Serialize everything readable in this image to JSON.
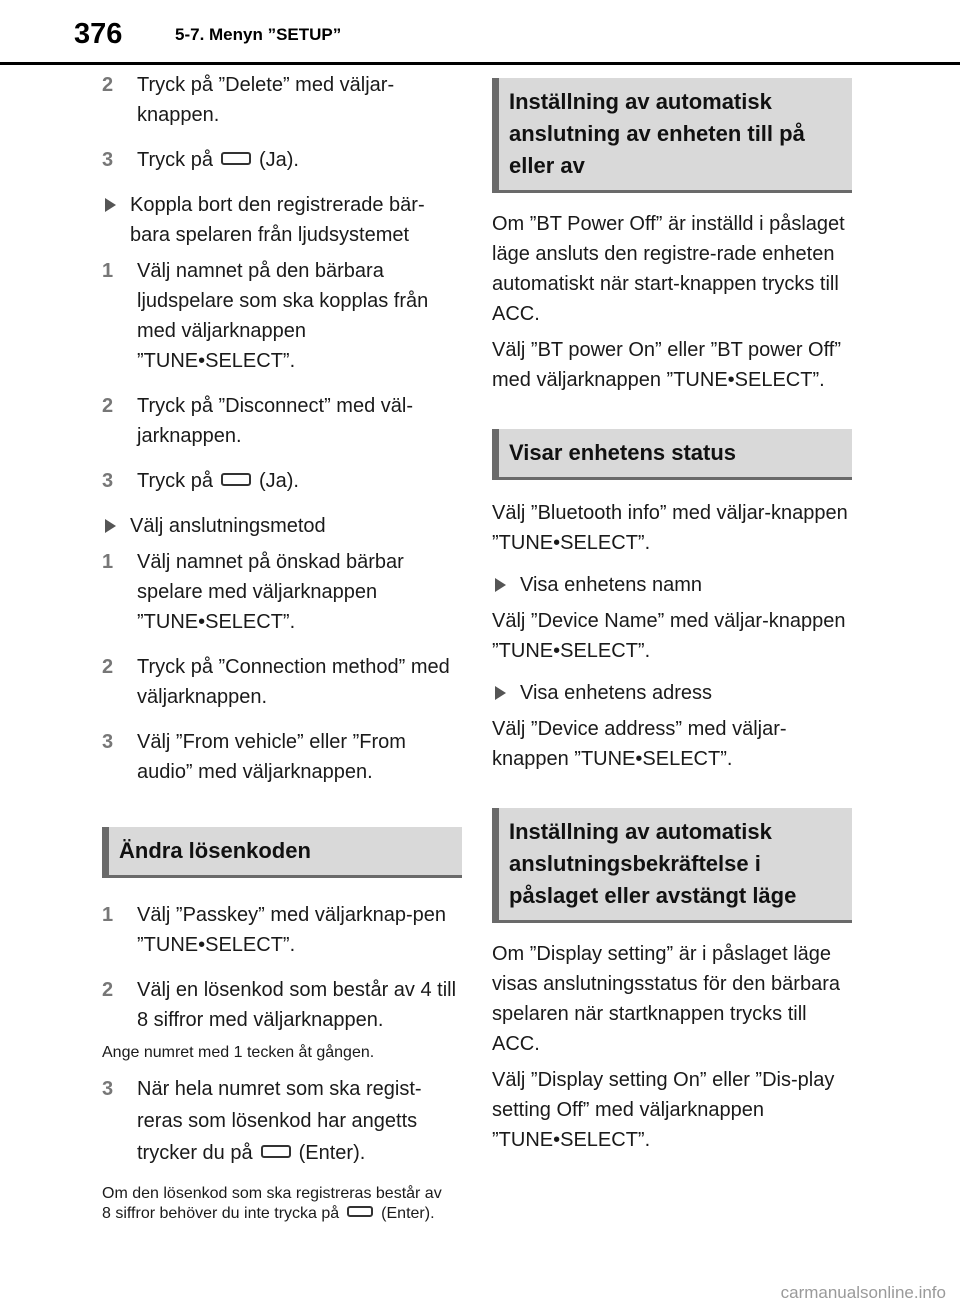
{
  "header": {
    "page_number": "376",
    "section": "5-7. Menyn ”SETUP”"
  },
  "left": {
    "s2": {
      "num": "2",
      "text": "Tryck på ”Delete” med väljar-knappen."
    },
    "s3": {
      "num": "3",
      "pre": "Tryck på",
      "post": "(Ja)."
    },
    "disconnect": {
      "title": "Koppla bort den registrerade bär-bara spelaren från ljudsystemet",
      "s1": {
        "num": "1",
        "text": "Välj namnet på den bärbara ljudspelare som ska kopplas från med väljarknappen ”TUNE•SELECT”."
      },
      "s2": {
        "num": "2",
        "text": "Tryck på ”Disconnect” med väl-jarknappen."
      },
      "s3": {
        "num": "3",
        "pre": "Tryck på",
        "post": "(Ja)."
      }
    },
    "method": {
      "title": "Välj anslutningsmetod",
      "s1": {
        "num": "1",
        "text": "Välj namnet på önskad bärbar spelare med väljarknappen ”TUNE•SELECT”."
      },
      "s2": {
        "num": "2",
        "text": "Tryck på ”Connection method” med väljarknappen."
      },
      "s3": {
        "num": "3",
        "text": "Välj ”From vehicle” eller ”From audio” med väljarknappen."
      }
    },
    "passkey": {
      "heading": "Ändra lösenkoden",
      "s1": {
        "num": "1",
        "text": "Välj ”Passkey” med väljarknap-pen ”TUNE•SELECT”."
      },
      "s2": {
        "num": "2",
        "text": "Välj en lösenkod som består av 4 till 8 siffror med väljarknappen."
      },
      "note1": "Ange numret med 1 tecken åt gången.",
      "s3": {
        "num": "3",
        "pre": "När hela numret som ska regist-reras som lösenkod har angetts trycker du på",
        "post": "(Enter)."
      },
      "note2_pre": "Om den lösenkod som ska registreras består av 8 siffror behöver du inte trycka på",
      "note2_post": "(Enter)."
    }
  },
  "right": {
    "auto_connect": {
      "heading": "Inställning av automatisk anslutning av enheten till på eller av",
      "p1": "Om ”BT Power Off” är inställd i påslaget läge ansluts den registre-rade enheten automatiskt när start-knappen trycks till ACC.",
      "p2": "Välj ”BT power On” eller ”BT power Off” med väljarknappen ”TUNE•SELECT”."
    },
    "status": {
      "heading": "Visar enhetens status",
      "p1": "Välj ”Bluetooth info” med väljar-knappen ”TUNE•SELECT”.",
      "name_title": "Visa enhetens namn",
      "name_text": "Välj ”Device Name” med väljar-knappen ”TUNE•SELECT”.",
      "address_title": "Visa enhetens adress",
      "address_text": "Välj ”Device address” med väljar-knappen ”TUNE•SELECT”."
    },
    "confirm": {
      "heading": "Inställning av automatisk anslutningsbekräftelse i påslaget eller avstängt läge",
      "p1": "Om ”Display setting” är i påslaget läge visas anslutningsstatus för den bärbara spelaren när startknappen trycks till ACC.",
      "p2": "Välj ”Display setting On” eller ”Dis-play setting Off” med väljarknappen ”TUNE•SELECT”."
    }
  },
  "watermark": "carmanualsonline.info"
}
